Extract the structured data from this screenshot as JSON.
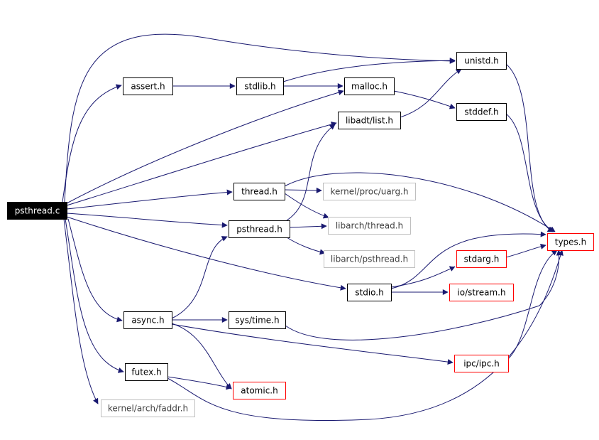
{
  "colors": {
    "edge": "#191970",
    "arrow": "#191970",
    "box_normal": "#000000",
    "box_missing": "#bfbfbf",
    "box_red": "#ff0000",
    "root_fill": "#000000",
    "root_text": "#ffffff",
    "missing_text": "#404040"
  },
  "nodes": [
    {
      "id": "psthread_c",
      "label": "psthread.c",
      "kind": "root"
    },
    {
      "id": "assert_h",
      "label": "assert.h",
      "kind": "normal"
    },
    {
      "id": "stdlib_h",
      "label": "stdlib.h",
      "kind": "normal"
    },
    {
      "id": "unistd_h",
      "label": "unistd.h",
      "kind": "normal"
    },
    {
      "id": "malloc_h",
      "label": "malloc.h",
      "kind": "normal"
    },
    {
      "id": "stddef_h",
      "label": "stddef.h",
      "kind": "normal"
    },
    {
      "id": "libadt_list_h",
      "label": "libadt/list.h",
      "kind": "normal"
    },
    {
      "id": "thread_h",
      "label": "thread.h",
      "kind": "normal"
    },
    {
      "id": "kernel_proc_uarg_h",
      "label": "kernel/proc/uarg.h",
      "kind": "missing"
    },
    {
      "id": "psthread_h",
      "label": "psthread.h",
      "kind": "normal"
    },
    {
      "id": "libarch_thread_h",
      "label": "libarch/thread.h",
      "kind": "missing"
    },
    {
      "id": "libarch_psthread_h",
      "label": "libarch/psthread.h",
      "kind": "missing"
    },
    {
      "id": "types_h",
      "label": "types.h",
      "kind": "red"
    },
    {
      "id": "stdarg_h",
      "label": "stdarg.h",
      "kind": "red"
    },
    {
      "id": "stdio_h",
      "label": "stdio.h",
      "kind": "normal"
    },
    {
      "id": "io_stream_h",
      "label": "io/stream.h",
      "kind": "red"
    },
    {
      "id": "async_h",
      "label": "async.h",
      "kind": "normal"
    },
    {
      "id": "sys_time_h",
      "label": "sys/time.h",
      "kind": "normal"
    },
    {
      "id": "ipc_ipc_h",
      "label": "ipc/ipc.h",
      "kind": "red"
    },
    {
      "id": "futex_h",
      "label": "futex.h",
      "kind": "normal"
    },
    {
      "id": "atomic_h",
      "label": "atomic.h",
      "kind": "red"
    },
    {
      "id": "kernel_arch_faddr_h",
      "label": "kernel/arch/faddr.h",
      "kind": "missing"
    }
  ],
  "edges": [
    [
      "psthread_c",
      "unistd_h"
    ],
    [
      "psthread_c",
      "assert_h"
    ],
    [
      "psthread_c",
      "malloc_h"
    ],
    [
      "psthread_c",
      "libadt_list_h"
    ],
    [
      "psthread_c",
      "thread_h"
    ],
    [
      "psthread_c",
      "psthread_h"
    ],
    [
      "psthread_c",
      "stdio_h"
    ],
    [
      "psthread_c",
      "async_h"
    ],
    [
      "psthread_c",
      "futex_h"
    ],
    [
      "psthread_c",
      "kernel_arch_faddr_h"
    ],
    [
      "assert_h",
      "stdlib_h"
    ],
    [
      "stdlib_h",
      "malloc_h"
    ],
    [
      "stdlib_h",
      "unistd_h"
    ],
    [
      "malloc_h",
      "stddef_h"
    ],
    [
      "libadt_list_h",
      "unistd_h"
    ],
    [
      "unistd_h",
      "types_h"
    ],
    [
      "stddef_h",
      "types_h"
    ],
    [
      "thread_h",
      "kernel_proc_uarg_h"
    ],
    [
      "thread_h",
      "libarch_thread_h"
    ],
    [
      "thread_h",
      "types_h"
    ],
    [
      "psthread_h",
      "libadt_list_h"
    ],
    [
      "psthread_h",
      "libarch_thread_h"
    ],
    [
      "psthread_h",
      "libarch_psthread_h"
    ],
    [
      "stdio_h",
      "types_h"
    ],
    [
      "stdio_h",
      "stdarg_h"
    ],
    [
      "stdio_h",
      "io_stream_h"
    ],
    [
      "stdarg_h",
      "types_h"
    ],
    [
      "async_h",
      "psthread_h"
    ],
    [
      "async_h",
      "sys_time_h"
    ],
    [
      "async_h",
      "ipc_ipc_h"
    ],
    [
      "async_h",
      "atomic_h"
    ],
    [
      "sys_time_h",
      "types_h"
    ],
    [
      "ipc_ipc_h",
      "types_h"
    ],
    [
      "futex_h",
      "atomic_h"
    ],
    [
      "futex_h",
      "types_h"
    ]
  ]
}
